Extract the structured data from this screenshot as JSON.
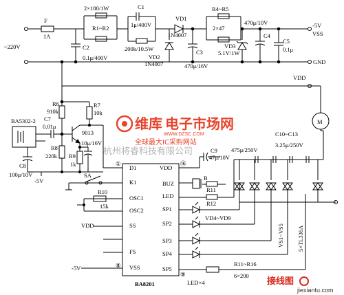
{
  "labels": {
    "fuse": "F",
    "fuse_rating": "1A",
    "ac_input": "~220V",
    "res_r1r2_spec": "2×180/1W",
    "res_r1r2": "R1~R2",
    "cap_c1": "C1",
    "cap_c1_value": "1μ/400V",
    "res_c1_parallel": "200k/10.5W",
    "cap_c2": "C2",
    "cap_c2_value": "0.1μ/400V",
    "diode_vd1": "VD1",
    "diode_vd1_part": "1N4007",
    "diode_vd2": "VD2",
    "diode_vd2_part": "1N4007",
    "cap_c3": "C3",
    "cap_c3_value": "470μ/16V",
    "res_r4r5": "R4~R5",
    "res_r4r5_spec": "2×47",
    "zener_vd3": "VD3",
    "zener_vd3_value": "5.1V/1W",
    "cap_c4_value": "470μ/10V",
    "cap_c4": "C4",
    "cap_c5": "C5",
    "cap_c5_value": "0.1μ",
    "rail_neg5v": "-5V",
    "rail_vss": "VSS",
    "rail_gnd": "GND",
    "rail_vdd": "VDD",
    "ic_ba5302": "BA5302-2",
    "res_r6": "R6",
    "res_r6_value": "910k",
    "res_r7": "R7",
    "res_r7_value": "10k",
    "cap_c7": "C7",
    "cap_c7_value": "0.01μ",
    "transistor": "9013",
    "res_r8": "R8",
    "res_r8_value": "220k",
    "cap_c10uf": "10μ/16V",
    "res_r9": "R9",
    "res_r9_value": "1k",
    "cap_c8": "C8",
    "cap_c8_value": "100μ/10V",
    "neg5v_left": "-5V",
    "cap_c9": "C9",
    "cap_c9_value": "47μ/10V",
    "switch_sa": "SA",
    "res_r10": "R10",
    "res_r10_value": "15k",
    "ic_main": "BA8201",
    "pin_d1": "D1",
    "pin_vdd": "VDD",
    "pin_k1": "K1",
    "pin_buz": "BUZ",
    "pin_osc1": "OSC1",
    "pin_led": "LED",
    "pin_osc2": "OSC2",
    "pin_sp1": "SP1",
    "pin_ss": "SS",
    "pin_sp2": "SP2",
    "pin_sp3": "SP3",
    "pin_fs": "FS",
    "pin_sp4": "SP4",
    "pin_vss": "VSS",
    "pin_sp5": "SP5",
    "pin1": "①",
    "pin16": "⑯",
    "pin8": "⑧",
    "pin9": "⑨",
    "vdd_in": "VDD",
    "neg5v_bottom": "-5V",
    "buzzer": "B",
    "res_r11": "R11",
    "res_r12": "R12",
    "vd4_vd9": "VD4~VD9",
    "led_count": "LED×4",
    "res_r11r16": "R11~R16",
    "res_r11r16_value": "6×200",
    "cap_c10c13": "C10~C13",
    "cap_c10c13_value": "3.25μ/250V",
    "cap_475": "475μ/250V",
    "triac_vs": "VS1~VS5",
    "triac_part": "5×TL336A",
    "motor": "M"
  },
  "watermark": {
    "cn_brand": "维库",
    "cn_market": "电子市场网",
    "url": "WWW.DZSC.COM",
    "slogan": "全球最大IC采购网站",
    "hangzhou": "杭州将睿科技有限公司",
    "jiexiantu_cn": "接线图",
    "jiexiantu_url": "jiexiantu.com"
  }
}
